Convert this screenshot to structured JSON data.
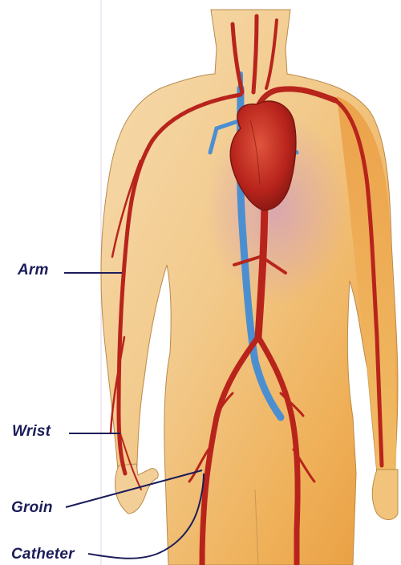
{
  "labels": {
    "arm": "Arm",
    "wrist": "Wrist",
    "groin": "Groin",
    "catheter": "Catheter"
  },
  "colors": {
    "skin_light": "#f4d7a3",
    "skin_warm": "#f0b85e",
    "skin_orange": "#e8913a",
    "skin_pink": "#d9a7b6",
    "artery": "#b8241c",
    "artery_highlight": "#e0553c",
    "vein": "#4b8fd1",
    "heart": "#c0321f",
    "label_text": "#1b1c5a",
    "leader_line": "#1b1c5a"
  },
  "icons": [
    "heart",
    "artery-network",
    "vein-network",
    "catheter-line"
  ]
}
